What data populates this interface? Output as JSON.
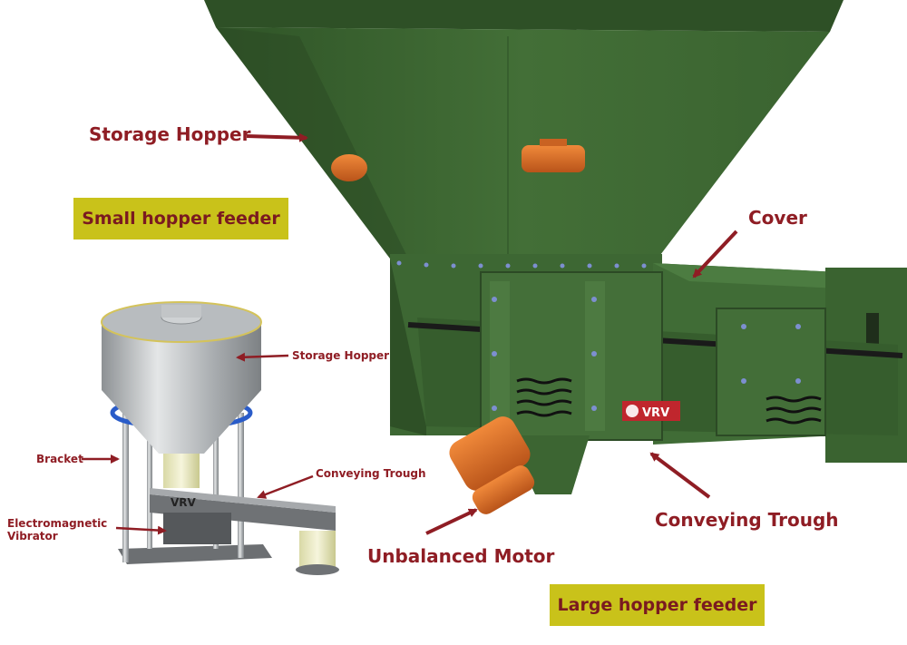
{
  "colors": {
    "label": "#8f1d24",
    "badge_bg": "#c9c21a",
    "badge_text": "#7a1a20",
    "machine_green": "#3f6a33",
    "motor_orange": "#e0731f",
    "steel": "#b9bcbe",
    "ring_blue": "#2a5cc9"
  },
  "badges": {
    "small": "Small hopper feeder",
    "large": "Large hopper feeder"
  },
  "large_labels": {
    "storage_hopper": "Storage Hopper",
    "cover": "Cover",
    "conveying_trough": "Conveying Trough",
    "unbalanced_motor": "Unbalanced Motor"
  },
  "small_labels": {
    "storage_hopper": "Storage Hopper",
    "bracket": "Bracket",
    "conveying_trough": "Conveying Trough",
    "vibrator_line1": "Electromagnetic",
    "vibrator_line2": "Vibrator"
  },
  "brand": {
    "logo_text": "VRV"
  }
}
